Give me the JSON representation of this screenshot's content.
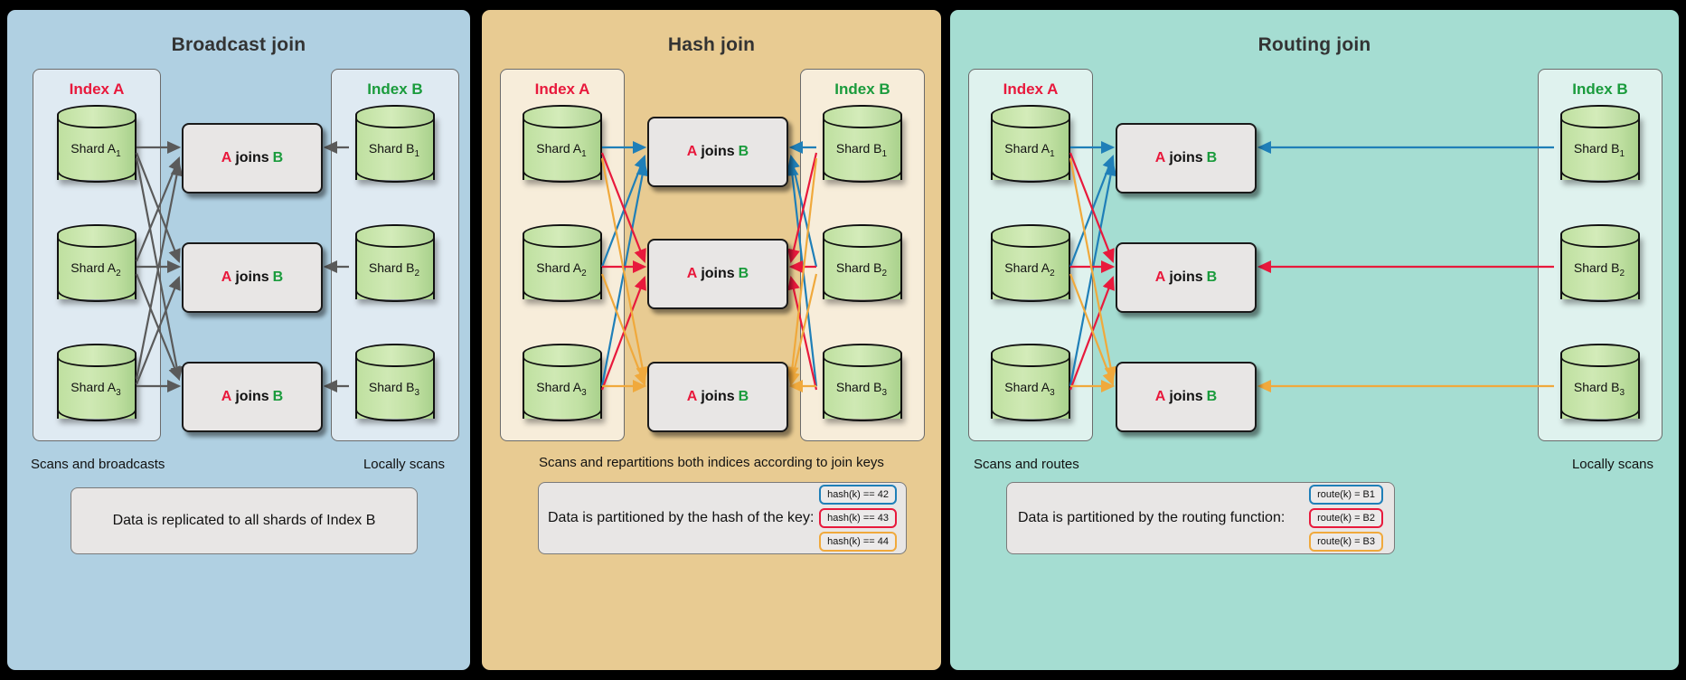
{
  "panels": [
    {
      "id": "broadcast",
      "title": "Broadcast join",
      "bg": "#b0d0e2",
      "index_a_label": "Index A",
      "index_b_label": "Index B",
      "shards_a": [
        "Shard A1",
        "Shard A2",
        "Shard A3"
      ],
      "shards_b": [
        "Shard B1",
        "Shard B2",
        "Shard B3"
      ],
      "join_boxes": [
        "A joins B",
        "A joins B",
        "A joins B"
      ],
      "join_left": "A",
      "join_mid": "joins",
      "join_right": "B",
      "caption_left": "Scans and broadcasts",
      "caption_right": "Locally scans",
      "note_text": "Data is replicated to all shards of Index B",
      "badges": [],
      "arrow_color": "#5a5a5a"
    },
    {
      "id": "hash",
      "title": "Hash join",
      "bg": "#e8cb92",
      "index_a_label": "Index A",
      "index_b_label": "Index B",
      "shards_a": [
        "Shard A1",
        "Shard A2",
        "Shard A3"
      ],
      "shards_b": [
        "Shard B1",
        "Shard B2",
        "Shard B3"
      ],
      "join_boxes": [
        "A joins B",
        "A joins B",
        "A joins B"
      ],
      "join_left": "A",
      "join_mid": "joins",
      "join_right": "B",
      "caption_center": "Scans and repartitions both indices according to join keys",
      "note_text": "Data is partitioned by the hash of the key:",
      "badges": [
        "hash(k) == 42",
        "hash(k) == 43",
        "hash(k) == 44"
      ],
      "badge_colors": [
        "#1f7fb8",
        "#e8193c",
        "#f0a93c"
      ]
    },
    {
      "id": "routing",
      "title": "Routing join",
      "bg": "#a5ddd2",
      "index_a_label": "Index A",
      "index_b_label": "Index B",
      "shards_a": [
        "Shard A1",
        "Shard A2",
        "Shard A3"
      ],
      "shards_b": [
        "Shard B1",
        "Shard B2",
        "Shard B3"
      ],
      "join_boxes": [
        "A joins B",
        "A joins B",
        "A joins B"
      ],
      "join_left": "A",
      "join_mid": "joins",
      "join_right": "B",
      "caption_left": "Scans and routes",
      "caption_right": "Locally scans",
      "note_text": "Data is partitioned by the routing function:",
      "badges": [
        "route(k) = B1",
        "route(k) = B2",
        "route(k) = B3"
      ],
      "badge_colors": [
        "#1f7fb8",
        "#e8193c",
        "#f0a93c"
      ]
    }
  ],
  "colors": {
    "accent_a": "#e8193c",
    "accent_b": "#1a9b3c",
    "wire_gray": "#5a5a5a",
    "wire_blue": "#1f7fb8",
    "wire_red": "#e8193c",
    "wire_orange": "#f0a93c",
    "shard_green": "#c7e6ab",
    "join_box_gray": "#e8e6e5"
  }
}
